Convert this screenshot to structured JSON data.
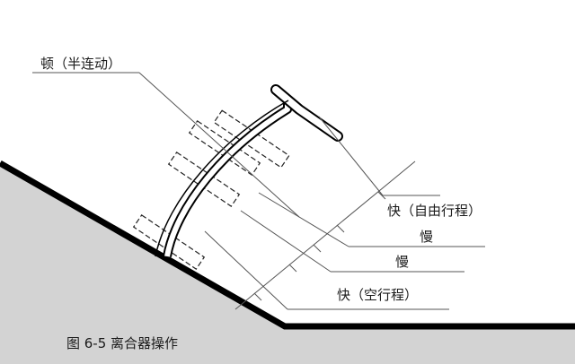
{
  "labels": {
    "dun": "顿（半连动）",
    "kuai_zixing": "快（自由行程）",
    "man_1": "慢",
    "man_2": "慢",
    "kuai_kongxing": "快（空行程）"
  },
  "caption": "图 6-5 离合器操作",
  "colors": {
    "background": "#ffffff",
    "ground_fill": "#d3d3d3",
    "outline": "#000000",
    "leader": "#555555",
    "text": "#1a1a1a"
  }
}
